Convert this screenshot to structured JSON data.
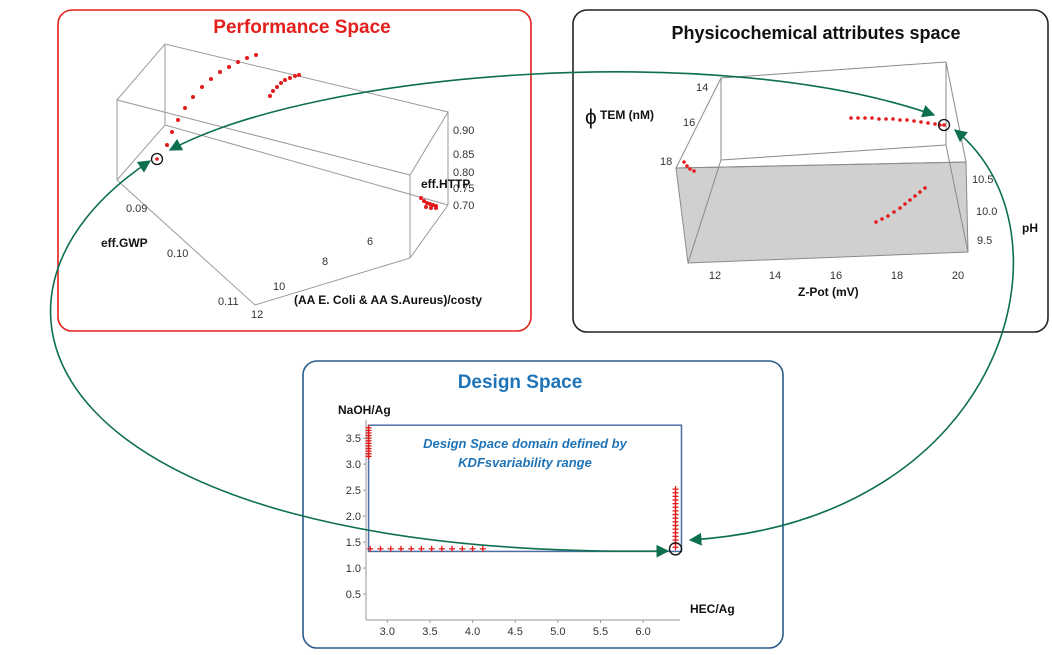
{
  "performance": {
    "title": "Performance  Space",
    "z_axis_label": "eff.HTTP",
    "z_ticks": [
      "0.90",
      "0.85",
      "0.80",
      "0.75",
      "0.70"
    ],
    "y_axis_label": "eff.GWP",
    "y_ticks": [
      "0.09",
      "0.10",
      "0.11"
    ],
    "x_axis_label": "(AA E. Coli & AA S.Aureus)/costy",
    "x_ticks": [
      "6",
      "8",
      "10",
      "12"
    ]
  },
  "physico": {
    "title": "Physicochemical attributes space",
    "phi_symbol": "ϕ",
    "tem_label": "TEM (nM)",
    "tem_ticks": [
      "14",
      "16",
      "18"
    ],
    "ph_label": "pH",
    "ph_ticks": [
      "10.5",
      "10.0",
      "9.5"
    ],
    "zpot_label": "Z-Pot (mV)",
    "zpot_ticks": [
      "12",
      "14",
      "16",
      "18",
      "20"
    ]
  },
  "design": {
    "title": "Design Space",
    "domain_line1": "Design Space domain defined by",
    "domain_line2": "KDFsvariability range",
    "chart_data": {
      "type": "scatter",
      "xlabel": "HEC/Ag",
      "ylabel": "NaOH/Ag",
      "xlim": [
        2.75,
        6.55
      ],
      "ylim": [
        0,
        3.85
      ],
      "x_ticks": [
        "3.0",
        "3.5",
        "4.0",
        "4.5",
        "5.0",
        "5.5",
        "6.0"
      ],
      "y_ticks": [
        "0.5",
        "1.0",
        "1.5",
        "2.0",
        "2.5",
        "3.0",
        "3.5"
      ],
      "domain_box": {
        "x": [
          2.78,
          6.45
        ],
        "y": [
          1.32,
          3.75
        ]
      },
      "series": [
        {
          "x": [
            2.78,
            2.78,
            2.78,
            2.78,
            2.78,
            2.78,
            2.78,
            2.78,
            2.78,
            2.78,
            2.78,
            2.78
          ],
          "y": [
            3.15,
            3.2,
            3.25,
            3.3,
            3.35,
            3.4,
            3.45,
            3.5,
            3.55,
            3.6,
            3.65,
            3.7
          ]
        },
        {
          "x": [
            2.8,
            2.92,
            3.04,
            3.16,
            3.28,
            3.4,
            3.52,
            3.64,
            3.76,
            3.88,
            4.0,
            4.12
          ],
          "y": [
            1.37,
            1.37,
            1.37,
            1.37,
            1.37,
            1.37,
            1.37,
            1.37,
            1.37,
            1.37,
            1.37,
            1.37
          ]
        },
        {
          "x": [
            6.38,
            6.38,
            6.38,
            6.38,
            6.38,
            6.38,
            6.38,
            6.38,
            6.38,
            6.38,
            6.38,
            6.38,
            6.38,
            6.38,
            6.38,
            6.38,
            6.38
          ],
          "y": [
            1.4,
            1.47,
            1.54,
            1.61,
            1.68,
            1.75,
            1.82,
            1.89,
            1.96,
            2.03,
            2.1,
            2.17,
            2.24,
            2.31,
            2.38,
            2.45,
            2.52
          ]
        }
      ],
      "selected_point": {
        "x": 6.38,
        "y": 1.37
      }
    }
  },
  "colors": {
    "performance_border": "#e3201c",
    "physico_border": "#222222",
    "design_border": "#2a5a8a",
    "design_title": "#1f74b8",
    "points": "#e31a1c",
    "arrows": "#0d6f50",
    "domain_box": "#4a6fa5"
  }
}
